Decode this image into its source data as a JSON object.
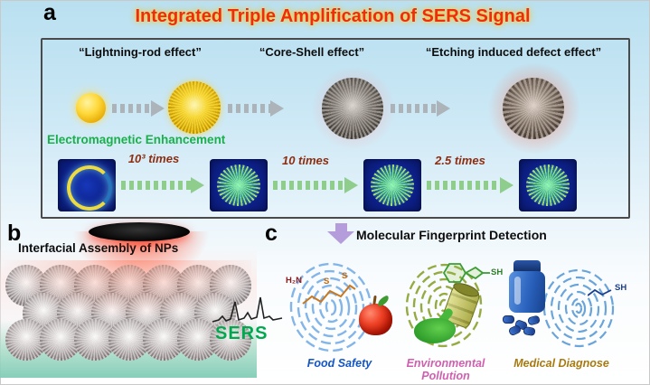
{
  "figure": {
    "panel_a": {
      "label": "a",
      "title": "Integrated Triple Amplification of SERS Signal",
      "effects": [
        "“Lightning-rod effect”",
        "“Core-Shell effect”",
        "“Etching induced defect effect”"
      ],
      "em_enhancement": "Electromagnetic Enhancement",
      "amplifications": [
        "10³ times",
        "10 times",
        "2.5 times"
      ]
    },
    "panel_b": {
      "label": "b",
      "title": "Interfacial Assembly of NPs",
      "sers": "SERS"
    },
    "panel_c": {
      "label": "c",
      "title": "Molecular Fingerprint Detection",
      "molecules": {
        "amine": "H₂N",
        "s1": "S",
        "s2": "S",
        "thiol_env": "SH",
        "thiol_med": "SH"
      },
      "applications": [
        "Food Safety",
        "Environmental Pollution",
        "Medical Diagnose"
      ]
    }
  },
  "colors": {
    "title": "#ee2d0c",
    "em_enhancement": "#19b04b",
    "sers": "#00a84f",
    "amplification_text": "#8e2e10",
    "food_safety": "#1356c4",
    "environmental_pollution": "#d05fb0",
    "medical_diagnose": "#a8790f"
  }
}
